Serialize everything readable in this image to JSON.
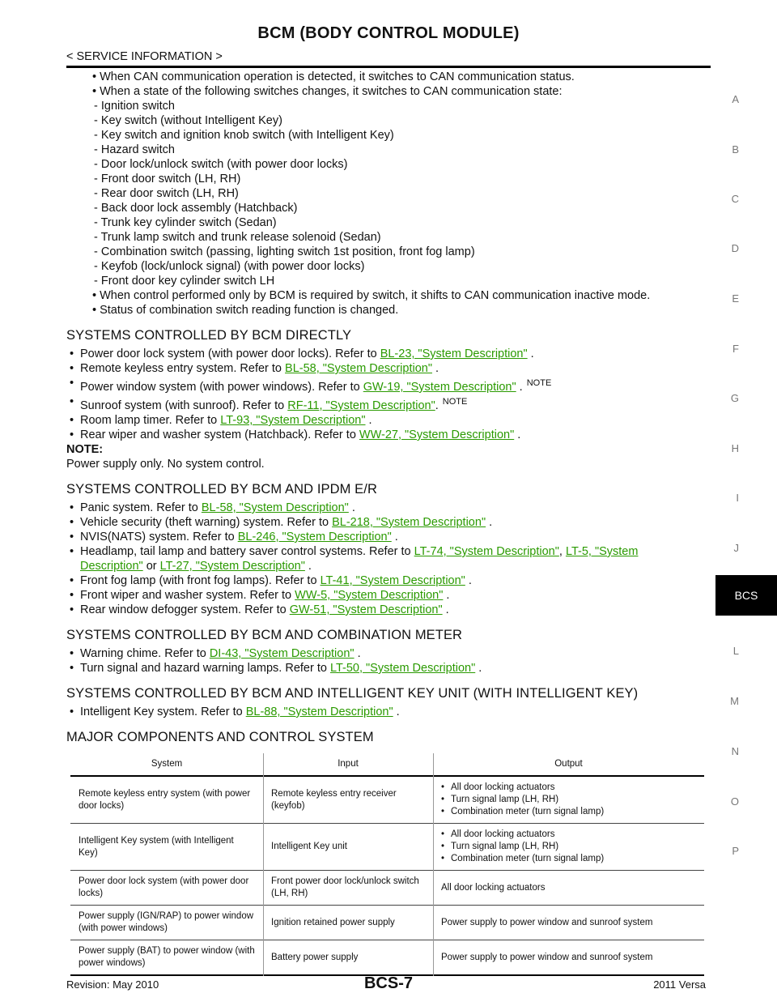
{
  "header": {
    "title": "BCM (BODY CONTROL MODULE)",
    "subtitle": "< SERVICE INFORMATION >"
  },
  "side_index": [
    "A",
    "B",
    "C",
    "D",
    "E",
    "F",
    "G",
    "H",
    "I",
    "J",
    "L",
    "M",
    "N",
    "O",
    "P"
  ],
  "side_tab": "BCS",
  "intro": {
    "bullets": [
      "• When CAN communication operation is detected, it switches to CAN communication status.",
      "• When a state of the following switches changes, it switches to CAN communication state:"
    ],
    "dashes": [
      "- Ignition switch",
      "- Key switch (without Intelligent Key)",
      "- Key switch and ignition knob switch (with Intelligent Key)",
      "- Hazard switch",
      "- Door lock/unlock switch (with power door locks)",
      "- Front door switch (LH, RH)",
      "- Rear door switch (LH, RH)",
      "- Back door lock assembly (Hatchback)",
      "- Trunk key cylinder switch (Sedan)",
      "- Trunk lamp switch and trunk release solenoid (Sedan)",
      "- Combination switch (passing, lighting switch 1st position, front fog lamp)",
      "- Keyfob (lock/unlock signal) (with power door locks)",
      "- Front door key cylinder switch LH"
    ],
    "bullets_after": [
      "• When control performed only by BCM is required by switch, it shifts to CAN communication inactive mode.",
      "• Status of combination switch reading function is changed."
    ]
  },
  "sections": {
    "s1": {
      "heading": "SYSTEMS CONTROLLED BY BCM DIRECTLY",
      "items": [
        {
          "text": "Power door lock system (with power door locks). Refer to ",
          "link": "BL-23, \"System Description\"",
          "after": " ."
        },
        {
          "text": "Remote keyless entry system. Refer to ",
          "link": "BL-58, \"System Description\"",
          "after": " ."
        },
        {
          "text": "Power window system (with power windows). Refer to ",
          "link": "GW-19, \"System Description\"",
          "after": " .",
          "sup": "NOTE"
        },
        {
          "text": "Sunroof system (with sunroof). Refer to ",
          "link": "RF-11, \"System Description\"",
          "after": ".",
          "sup": "NOTE"
        },
        {
          "text": "Room lamp timer. Refer to ",
          "link": "LT-93, \"System Description\"",
          "after": " ."
        },
        {
          "text": "Rear wiper and washer system (Hatchback). Refer to ",
          "link": "WW-27, \"System Description\"",
          "after": " ."
        }
      ],
      "note_label": "NOTE:",
      "note_text": "Power supply only. No system control."
    },
    "s2": {
      "heading": "SYSTEMS CONTROLLED BY BCM AND IPDM E/R",
      "items": [
        {
          "text": "Panic system. Refer to ",
          "link": "BL-58, \"System Description\"",
          "after": " ."
        },
        {
          "text": "Vehicle security (theft warning) system. Refer to ",
          "link": "BL-218, \"System Description\"",
          "after": " ."
        },
        {
          "text": "NVIS(NATS) system. Refer to ",
          "link": "BL-246, \"System Description\"",
          "after": " ."
        }
      ],
      "headlamp": {
        "text": "Headlamp, tail lamp and battery saver control systems. Refer to ",
        "link1": "LT-74, \"System Description\"",
        "sep": ", ",
        "link2a": "LT-5, \"System",
        "link2b": "Description\"",
        "or": " or ",
        "link3": "LT-27, \"System Description\"",
        "after": " ."
      },
      "items2": [
        {
          "text": "Front fog lamp (with front fog lamps). Refer to ",
          "link": "LT-41, \"System Description\"",
          "after": " ."
        },
        {
          "text": "Front wiper and washer system. Refer to ",
          "link": "WW-5, \"System Description\"",
          "after": " ."
        },
        {
          "text": "Rear window defogger system. Refer to ",
          "link": "GW-51, \"System Description\"",
          "after": " ."
        }
      ]
    },
    "s3": {
      "heading": "SYSTEMS CONTROLLED BY BCM AND COMBINATION METER",
      "items": [
        {
          "text": "Warning chime. Refer to ",
          "link": "DI-43, \"System Description\"",
          "after": " ."
        },
        {
          "text": "Turn signal and hazard warning lamps. Refer to ",
          "link": "LT-50, \"System Description\"",
          "after": " ."
        }
      ]
    },
    "s4": {
      "heading": "SYSTEMS CONTROLLED BY BCM AND INTELLIGENT KEY UNIT (WITH INTELLIGENT KEY)",
      "items": [
        {
          "text": "Intelligent Key system. Refer to ",
          "link": "BL-88, \"System Description\"",
          "after": " ."
        }
      ]
    },
    "s5": {
      "heading": "MAJOR COMPONENTS AND CONTROL SYSTEM"
    }
  },
  "table": {
    "headers": [
      "System",
      "Input",
      "Output"
    ],
    "rows": [
      {
        "system": "Remote keyless entry system (with power door locks)",
        "input": "Remote keyless entry receiver (keyfob)",
        "outputs": [
          "All door locking actuators",
          "Turn signal lamp (LH, RH)",
          "Combination meter (turn signal lamp)"
        ]
      },
      {
        "system": "Intelligent Key system (with Intelligent Key)",
        "input": "Intelligent Key unit",
        "outputs": [
          "All door locking actuators",
          "Turn signal lamp (LH, RH)",
          "Combination meter (turn signal lamp)"
        ]
      },
      {
        "system": "Power door lock system (with power door locks)",
        "input": "Front power door lock/unlock switch (LH, RH)",
        "outputs": [
          "All door locking actuators"
        ],
        "plain": true
      },
      {
        "system": "Power supply (IGN/RAP) to power window (with power windows)",
        "input": "Ignition retained power supply",
        "outputs": [
          "Power supply to power window and sunroof system"
        ],
        "plain": true
      },
      {
        "system": "Power supply (BAT) to power window (with power windows)",
        "input": "Battery power supply",
        "outputs": [
          "Power supply to power window and sunroof system"
        ],
        "plain": true
      }
    ]
  },
  "footer": {
    "revision": "Revision: May 2010",
    "page": "BCS-7",
    "model": "2011 Versa"
  },
  "colors": {
    "link": "#2a9a00",
    "tab_bg": "#000000"
  }
}
